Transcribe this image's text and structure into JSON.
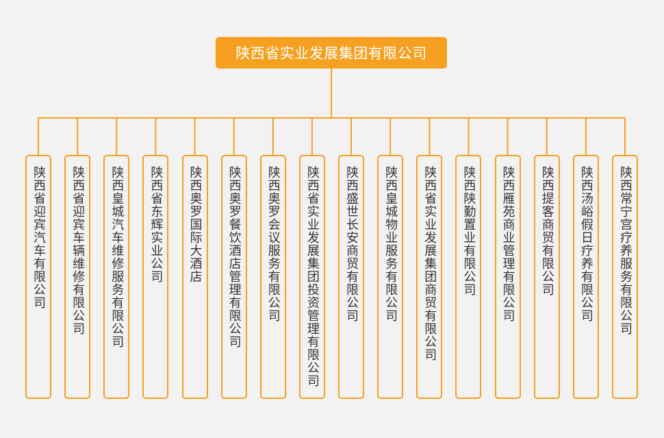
{
  "colors": {
    "accent": "#f5a020",
    "text": "#333333",
    "background": "#f2f2f2"
  },
  "chart_data": {
    "type": "org-chart",
    "root": "陕西省实业发展集团有限公司",
    "children": [
      "陕西省迎宾汽车有限公司",
      "陕西省迎宾车辆维修有限公司",
      "陕西皇城汽车维修服务有限公司",
      "陕西省东辉实业公司",
      "陕西奥罗国际大酒店",
      "陕西奥罗餐饮酒店管理有限公司",
      "陕西奥罗会议服务有限公司",
      "陕西省实业发展集团投资管理有限公司",
      "陕西盛世长安商贸有限公司",
      "陕西皇城物业服务有限公司",
      "陕西省实业发展集团商贸有限公司",
      "陕西陕勤置业有限公司",
      "陕西雁苑商业管理有限公司",
      "陕西提客商贸有限公司",
      "陕西汤峪假日疗养有限公司",
      "陕西常宁宫疗养服务有限公司"
    ]
  }
}
